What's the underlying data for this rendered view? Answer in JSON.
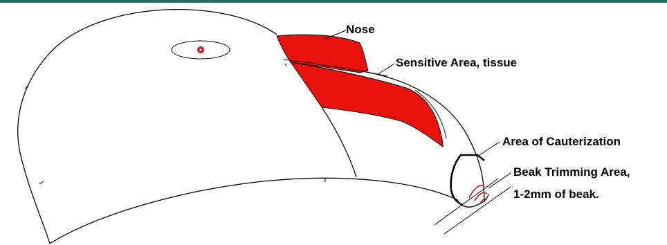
{
  "colors": {
    "top_bar": "#1f6f62",
    "highlight_red": "#e8120c",
    "eye_dot": "#c01818",
    "line": "#000000"
  },
  "labels": {
    "nose": "Nose",
    "sensitive_area": "Sensitive Area, tissue",
    "cauterization": "Area of Cauterization",
    "trimming_line1": "Beak Trimming Area,",
    "trimming_line2": "1-2mm of beak."
  }
}
